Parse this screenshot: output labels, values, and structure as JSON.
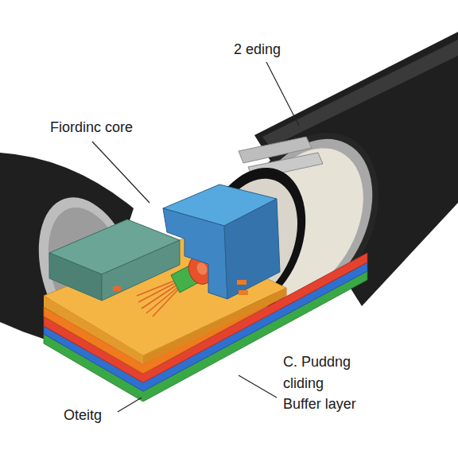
{
  "diagram": {
    "labels": [
      "2 eding",
      "Fiordinc core",
      "C. Puddng",
      "cliding",
      "Buffer layer",
      "Oteitg"
    ]
  }
}
